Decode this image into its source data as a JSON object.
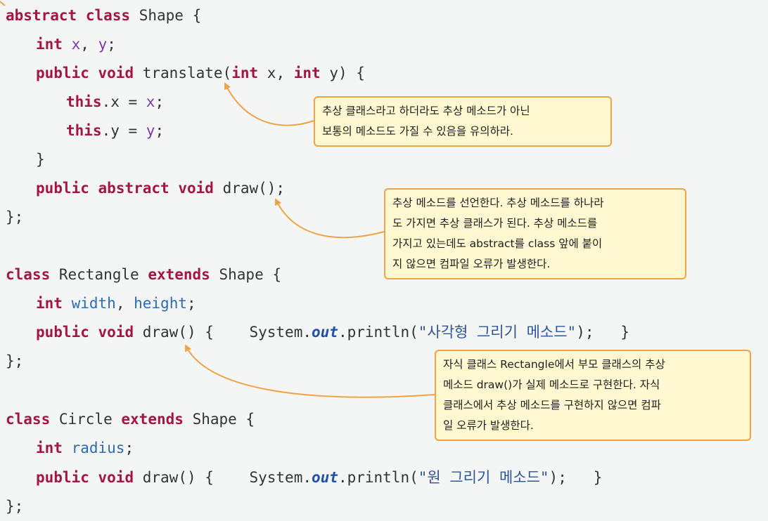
{
  "code": {
    "shape": {
      "kw1": "abstract",
      "kw2": "class",
      "name": "Shape",
      "brace": "{",
      "int_kw": "int",
      "x": "x",
      "comma": ",",
      "y": "y",
      "semi": ";",
      "translate_public": "public",
      "translate_void": "void",
      "translate_name": "translate",
      "translate_open": "(",
      "p1_type": "int",
      "p1_name": "x",
      "p_comma": ",",
      "p2_type": "int",
      "p2_name": "y",
      "translate_close": ") {",
      "this1": "this",
      "this1_rest": ".x = ",
      "this1_rhs": "x",
      "this1_semi": ";",
      "this2": "this",
      "this2_rest": ".y = ",
      "this2_rhs": "y",
      "this2_semi": ";",
      "close_method": "}",
      "draw_public": "public",
      "draw_abstract": "abstract",
      "draw_void": "void",
      "draw_sig": "draw();",
      "close_class": "};"
    },
    "rectangle": {
      "kw_class": "class",
      "name": "Rectangle",
      "kw_extends": "extends",
      "parent": "Shape",
      "brace": "{",
      "int_kw": "int",
      "f1": "width",
      "comma": ",",
      "f2": "height",
      "semi": ";",
      "draw_public": "public",
      "draw_void": "void",
      "draw_sig": "draw() {",
      "sys": "System.",
      "out": "out",
      "println": ".println(",
      "string": "\"사각형 그리기 메소드\"",
      "end": ");",
      "close_brace": "}",
      "close_class": "};"
    },
    "circle": {
      "kw_class": "class",
      "name": "Circle",
      "kw_extends": "extends",
      "parent": "Shape",
      "brace": "{",
      "int_kw": "int",
      "f1": "radius",
      "semi": ";",
      "draw_public": "public",
      "draw_void": "void",
      "draw_sig": "draw() {",
      "sys": "System.",
      "out": "out",
      "println": ".println(",
      "string": "\"원 그리기 메소드\"",
      "end": ");",
      "close_brace": "}",
      "close_class": "};"
    }
  },
  "notes": {
    "translate": [
      "추상 클래스라고 하더라도 추상 메소드가 아닌",
      "보통의 메소드도 가질 수 있음을 유의하라."
    ],
    "abstract_draw": [
      "추상 메소드를 선언한다. 추상 메소드를 하나라",
      "도 가지면 추상 클래스가 된다. 추상 메소드를",
      "가지고 있는데도 abstract를 class 앞에 붙이",
      "지 않으면 컴파일 오류가 발생한다."
    ],
    "rect_draw": [
      "자식 클래스 Rectangle에서 부모 클래스의 추상",
      "메소드 draw()가 실제 메소드로 구현한다. 자식",
      "클래스에서 추상 메소드를 구현하지 않으면 컴파",
      "일 오류가 발생한다."
    ]
  },
  "colors": {
    "keyword": "#a31545",
    "field": "#2e6bb0",
    "note_border": "#f0a246",
    "note_background": "#fff8d0",
    "arrow": "#f0a246"
  }
}
